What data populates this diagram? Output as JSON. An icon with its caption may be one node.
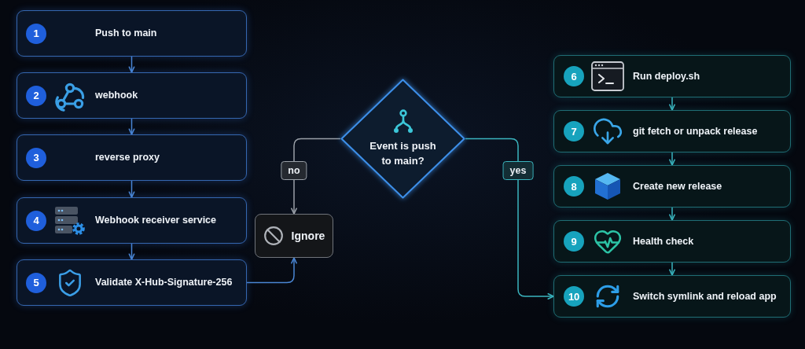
{
  "diagram": {
    "nodes": [
      {
        "text": [
          "1",
          "Push to main"
        ]
      },
      {
        "text": [
          "2",
          "webhook"
        ]
      },
      {
        "text": [
          "3",
          "reverse proxy"
        ]
      },
      {
        "text": [
          "4",
          "Webhook receiver service"
        ]
      },
      {
        "text": [
          "5",
          "Validate X-Hub-Signature-256"
        ]
      },
      {
        "text": [
          "Event is push to main?"
        ]
      },
      {
        "text": [
          "Ignore"
        ]
      },
      {
        "text": [
          "6",
          "Run deploy.sh"
        ]
      },
      {
        "text": [
          "7",
          "git fetch or unpack release"
        ]
      },
      {
        "text": [
          "8",
          "Create new release"
        ]
      },
      {
        "text": [
          "9",
          "Health check"
        ]
      },
      {
        "text": [
          "10",
          "Switch symlink and reload app"
        ]
      }
    ],
    "edges": [
      {
        "from": 0,
        "to": 1,
        "arrow": "to"
      },
      {
        "from": 1,
        "to": 2,
        "arrow": "to"
      },
      {
        "from": 2,
        "to": 3,
        "arrow": "to"
      },
      {
        "from": 3,
        "to": 4,
        "arrow": "to"
      },
      {
        "from": 4,
        "to": 6,
        "arrow": "to"
      },
      {
        "from": 5,
        "to": 6,
        "label": "no",
        "arrow": "to",
        "color": "#9aa0a8"
      },
      {
        "from": 5,
        "to": 11,
        "label": "yes",
        "arrow": "to",
        "color": "#3bb5bf"
      },
      {
        "from": 7,
        "to": 8,
        "arrow": "to",
        "color": "#3bb5bf"
      },
      {
        "from": 8,
        "to": 9,
        "arrow": "to",
        "color": "#3bb5bf"
      },
      {
        "from": 9,
        "to": 10,
        "arrow": "to",
        "color": "#3bb5bf"
      },
      {
        "from": 10,
        "to": 11,
        "arrow": "to",
        "color": "#3bb5bf"
      }
    ]
  }
}
